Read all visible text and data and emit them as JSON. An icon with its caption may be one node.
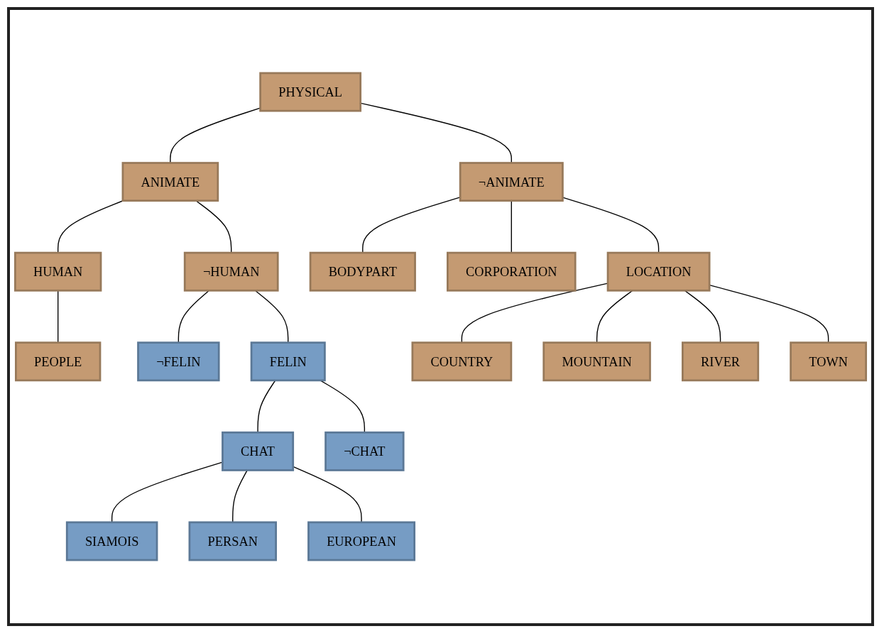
{
  "diagram": {
    "nodes": [
      {
        "text": [
          "PHYSICAL"
        ]
      },
      {
        "text": [
          "ANIMATE"
        ]
      },
      {
        "text": [
          "¬ANIMATE"
        ]
      },
      {
        "text": [
          "HUMAN"
        ]
      },
      {
        "text": [
          "¬HUMAN"
        ]
      },
      {
        "text": [
          "BODYPART"
        ]
      },
      {
        "text": [
          "CORPORATION"
        ]
      },
      {
        "text": [
          "LOCATION"
        ]
      },
      {
        "text": [
          "PEOPLE"
        ]
      },
      {
        "text": [
          "COUNTRY"
        ]
      },
      {
        "text": [
          "MOUNTAIN"
        ]
      },
      {
        "text": [
          "RIVER"
        ]
      },
      {
        "text": [
          "TOWN"
        ]
      },
      {
        "text": [
          "¬FELIN"
        ]
      },
      {
        "text": [
          "FELIN"
        ]
      },
      {
        "text": [
          "CHAT"
        ]
      },
      {
        "text": [
          "¬CHAT"
        ]
      },
      {
        "text": [
          "SIAMOIS"
        ]
      },
      {
        "text": [
          "PERSAN"
        ]
      },
      {
        "text": [
          "EUROPEAN"
        ]
      }
    ],
    "edges": [
      {
        "from": 0,
        "to": 1,
        "arrow": "none"
      },
      {
        "from": 0,
        "to": 2,
        "arrow": "none"
      },
      {
        "from": 1,
        "to": 3,
        "arrow": "none"
      },
      {
        "from": 1,
        "to": 4,
        "arrow": "none"
      },
      {
        "from": 3,
        "to": 8,
        "arrow": "none"
      },
      {
        "from": 2,
        "to": 5,
        "arrow": "none"
      },
      {
        "from": 2,
        "to": 6,
        "arrow": "none"
      },
      {
        "from": 2,
        "to": 7,
        "arrow": "none"
      },
      {
        "from": 7,
        "to": 9,
        "arrow": "none"
      },
      {
        "from": 7,
        "to": 10,
        "arrow": "none"
      },
      {
        "from": 7,
        "to": 11,
        "arrow": "none"
      },
      {
        "from": 7,
        "to": 12,
        "arrow": "none"
      },
      {
        "from": 4,
        "to": 13,
        "arrow": "none"
      },
      {
        "from": 4,
        "to": 14,
        "arrow": "none"
      },
      {
        "from": 14,
        "to": 15,
        "arrow": "none"
      },
      {
        "from": 14,
        "to": 16,
        "arrow": "none"
      },
      {
        "from": 15,
        "to": 17,
        "arrow": "none"
      },
      {
        "from": 15,
        "to": 18,
        "arrow": "none"
      },
      {
        "from": 15,
        "to": 19,
        "arrow": "none"
      }
    ]
  }
}
